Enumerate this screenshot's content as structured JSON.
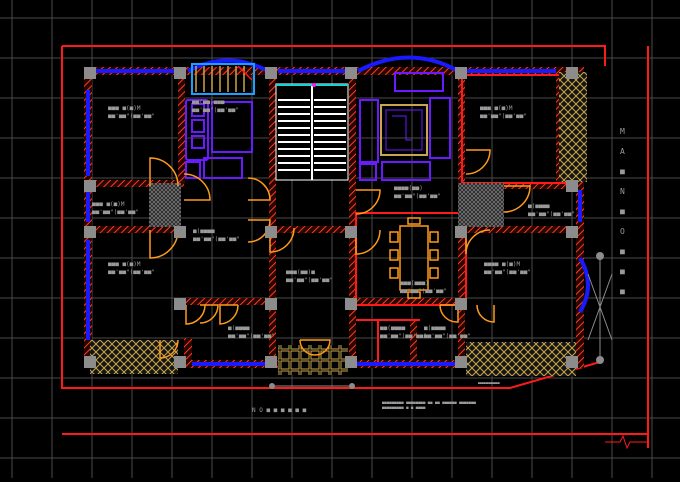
{
  "colors": {
    "background": "#000000",
    "grid": "#4a4a4a",
    "wall_hatch": "#ff3b1f",
    "outline_red": "#ff1a1a",
    "window_blue": "#1a1aff",
    "column_gray": "#8c8c8c",
    "door_orange": "#ff9a1a",
    "furniture_purple": "#6a1aff",
    "furniture_olive": "#c8a64b",
    "stair_white": "#ffffff",
    "cyan": "#19d2d2",
    "text_gray": "#9a9a9a"
  },
  "rooms": [
    {
      "id": "bedroom-1",
      "name": "■■■ ■(■)M",
      "dims": "■■'■■\"(■■'■■\""
    },
    {
      "id": "drawing",
      "name": "■■(■■)■■■",
      "dims": "■■'■■\"(■■'■■\""
    },
    {
      "id": "bedroom-2",
      "name": "■■■ ■(■)M",
      "dims": "■■'■■\"(■■'■■\""
    },
    {
      "id": "lounge",
      "name": "■■■■(■■)",
      "dims": "■■'■■\"(■■'■■\""
    },
    {
      "id": "bedroom-3",
      "name": "■■■ ■(■)M",
      "dims": "■■'■■\"(■■'■■\""
    },
    {
      "id": "lobby-left",
      "name": "■(■■■■",
      "dims": "■■'■■\"(■■'■■\""
    },
    {
      "id": "kitchen",
      "name": "■■■(■■)■",
      "dims": "■■'■■\"(■■'■■\""
    },
    {
      "id": "dining",
      "name": "■■■(■■■)",
      "dims": "■■'■■\"(■■'■■\""
    },
    {
      "id": "lobby-right",
      "name": "■(■■■■",
      "dims": "■■'■■\"(■■'■■\""
    },
    {
      "id": "bedroom-4",
      "name": "■■■■ ■(■)M",
      "dims": "■■'■■\"(■■'■■\""
    },
    {
      "id": "bedroom-5",
      "name": "■■■ ■(■)M",
      "dims": "■■'■■\"(■■'■■\""
    },
    {
      "id": "toilet-1",
      "name": "■(■■■■",
      "dims": "■■'■■\"(■■'■■\""
    },
    {
      "id": "toilet-2",
      "name": "■(■■■■",
      "dims": "■■'■■\"(■■'■■\""
    },
    {
      "id": "toilet-3",
      "name": "■■(■■■■",
      "dims": "■■'■■\"(■■'■■\""
    }
  ],
  "road_label": "M A ■ N ■ O ■ ■ ■",
  "road_label_letters": [
    "M",
    "A",
    "■",
    "N",
    "■",
    "O",
    "■",
    "■",
    "■"
  ],
  "bottom_label": "N O ■ ■ ■   ■ ■ ■",
  "notes": [
    "■■■■■■■■■ ■■■■■■■■ ■■ ■■ ■■■■■■ ■■■■■■■",
    "■■■■■■■■■ ■ ■ ■■■■"
  ],
  "plot_note": "■■■■■■■■■■■■"
}
